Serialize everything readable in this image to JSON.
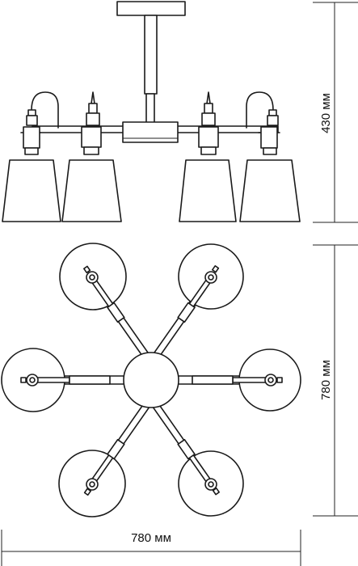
{
  "dimensions": {
    "height_label": "430 мм",
    "depth_label": "780 мм",
    "width_label": "780 мм"
  },
  "views": {
    "side": {
      "shade_count": 4
    },
    "top": {
      "arm_count": 6
    }
  },
  "colors": {
    "line": "#1a1a1a",
    "background": "#ffffff"
  }
}
